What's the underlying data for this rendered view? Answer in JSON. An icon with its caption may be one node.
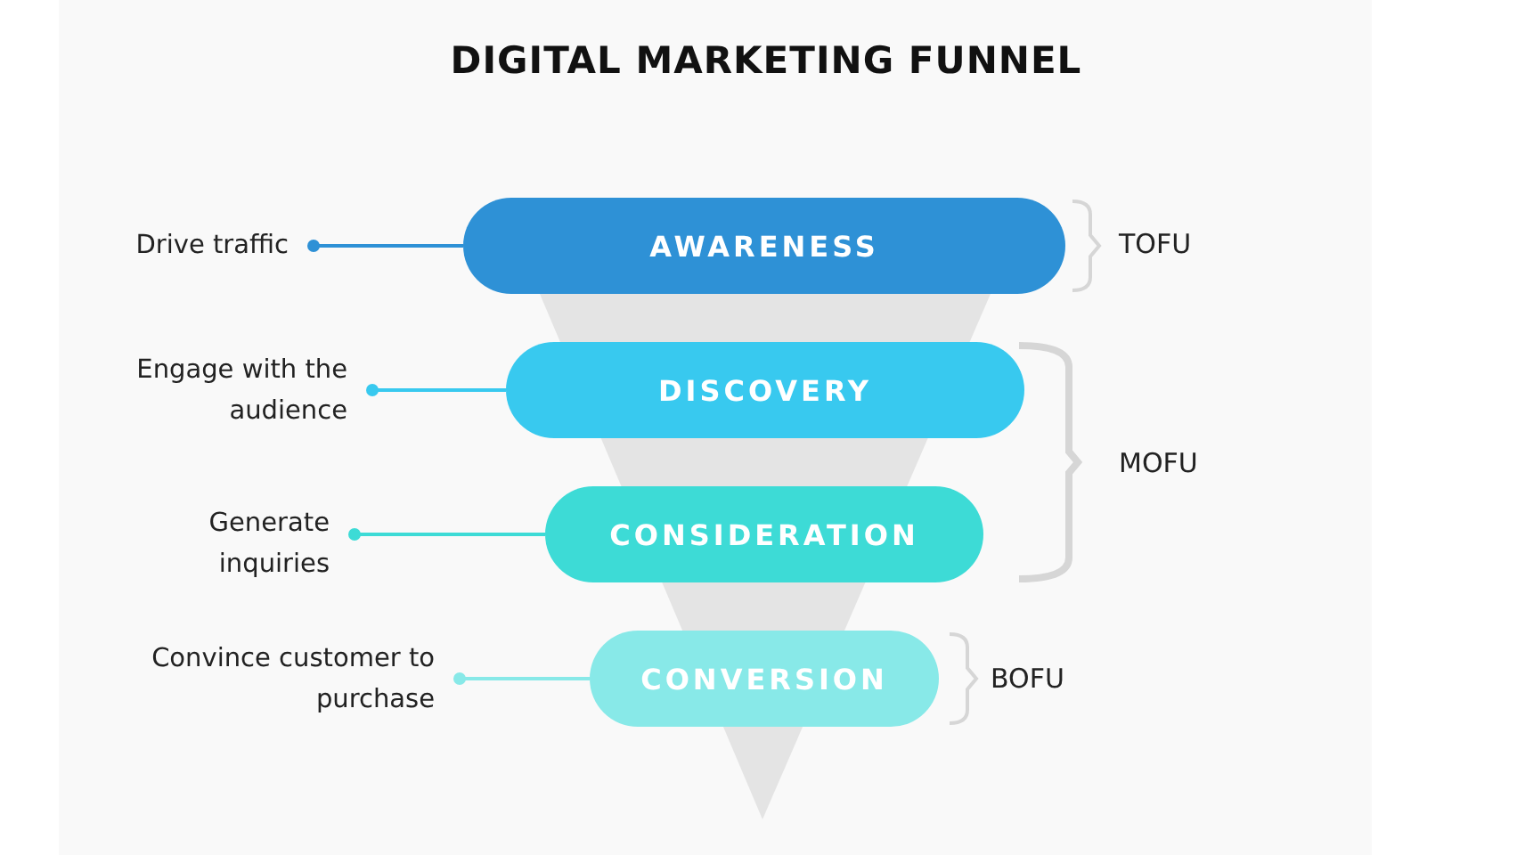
{
  "diagram": {
    "title": "DIGITAL MARKETING FUNNEL",
    "nodes": [
      {
        "text": [
          "AWARENESS"
        ]
      },
      {
        "text": [
          "DISCOVERY"
        ]
      },
      {
        "text": [
          "CONSIDERATION"
        ]
      },
      {
        "text": [
          "CONVERSION"
        ]
      },
      {
        "text": [
          "Drive traffic"
        ]
      },
      {
        "text": [
          "Engage with the audience"
        ]
      },
      {
        "text": [
          "Generate inquiries"
        ]
      },
      {
        "text": [
          "Convince customer to purchase"
        ]
      }
    ],
    "edges": [
      {
        "from": 4,
        "to": 0,
        "arrow": "other",
        "color": "#2e91d6"
      },
      {
        "from": 5,
        "to": 1,
        "arrow": "other",
        "color": "#38c9ef"
      },
      {
        "from": 6,
        "to": 2,
        "arrow": "other",
        "color": "#3ddbd6"
      },
      {
        "from": 7,
        "to": 3,
        "arrow": "other",
        "color": "#88e9e8"
      }
    ],
    "labels": [
      "TOFU",
      "MOFU",
      "BOFU"
    ]
  }
}
